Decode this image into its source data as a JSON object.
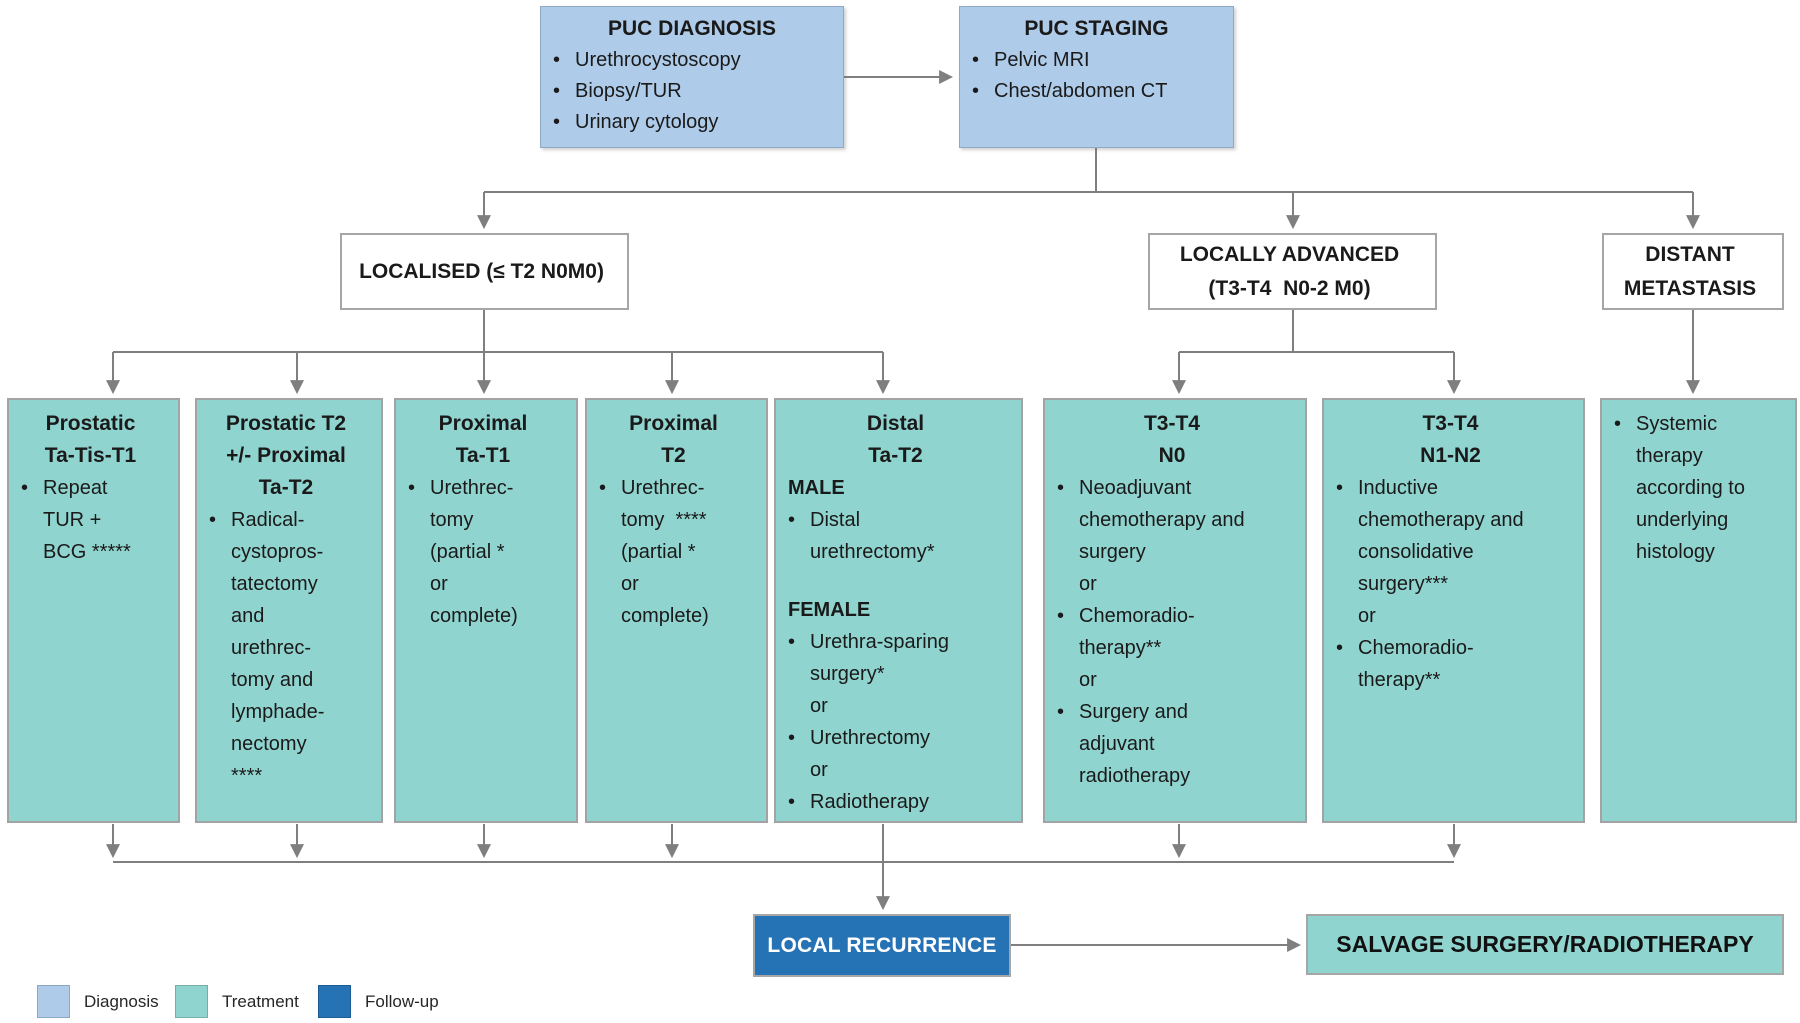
{
  "top_boxes": [
    {
      "title": "PUC DIAGNOSIS",
      "lines": [
        {
          "s": "b",
          "t": "Urethrocystoscopy"
        },
        {
          "s": "b",
          "t": "Biopsy/TUR"
        },
        {
          "s": "b",
          "t": "Urinary cytology"
        }
      ]
    },
    {
      "title": "PUC STAGING",
      "lines": [
        {
          "s": "b",
          "t": "Pelvic MRI"
        },
        {
          "s": "b",
          "t": "Chest/abdomen CT"
        }
      ]
    }
  ],
  "category_boxes": [
    {
      "name": "localised",
      "lines": [
        {
          "s": "t",
          "t": "LOCALISED (≤ T2 N0M0)"
        }
      ]
    },
    {
      "name": "locally-advanced",
      "lines": [
        {
          "s": "t",
          "t": "LOCALLY ADVANCED"
        },
        {
          "s": "t",
          "t": "(T3-T4  N0-2 M0)"
        }
      ]
    },
    {
      "name": "distant-metastasis",
      "lines": [
        {
          "s": "t",
          "t": "DISTANT"
        },
        {
          "s": "t",
          "t": "METASTASIS"
        }
      ]
    }
  ],
  "treatment_boxes": [
    {
      "name": "prostatic-ta-tis-t1",
      "lines": [
        {
          "s": "t",
          "t": "Prostatic"
        },
        {
          "s": "t",
          "t": "Ta-Tis-T1"
        },
        {
          "s": "b",
          "t": "Repeat"
        },
        {
          "s": "c",
          "t": "TUR +"
        },
        {
          "s": "c",
          "t": "BCG *****"
        }
      ]
    },
    {
      "name": "prostatic-t2-proximal-ta-t2",
      "lines": [
        {
          "s": "t",
          "t": "Prostatic T2"
        },
        {
          "s": "t",
          "t": "+/- Proximal"
        },
        {
          "s": "t",
          "t": "Ta-T2"
        },
        {
          "s": "b",
          "t": "Radical-"
        },
        {
          "s": "c",
          "t": "cystopros-"
        },
        {
          "s": "c",
          "t": "tatectomy"
        },
        {
          "s": "c",
          "t": "and"
        },
        {
          "s": "c",
          "t": "urethrec-"
        },
        {
          "s": "c",
          "t": "tomy and"
        },
        {
          "s": "c",
          "t": "lymphade-"
        },
        {
          "s": "c",
          "t": "nectomy"
        },
        {
          "s": "c",
          "t": "****"
        }
      ]
    },
    {
      "name": "proximal-ta-t1",
      "lines": [
        {
          "s": "t",
          "t": "Proximal"
        },
        {
          "s": "t",
          "t": "Ta-T1"
        },
        {
          "s": "b",
          "t": "Urethrec-"
        },
        {
          "s": "c",
          "t": "tomy"
        },
        {
          "s": "c",
          "t": "(partial *"
        },
        {
          "s": "c",
          "t": "or"
        },
        {
          "s": "c",
          "t": "complete)"
        }
      ]
    },
    {
      "name": "proximal-t2",
      "lines": [
        {
          "s": "t",
          "t": "Proximal"
        },
        {
          "s": "t",
          "t": "T2"
        },
        {
          "s": "b",
          "t": "Urethrec-"
        },
        {
          "s": "c",
          "t": "tomy  ****"
        },
        {
          "s": "c",
          "t": "(partial *"
        },
        {
          "s": "c",
          "t": "or"
        },
        {
          "s": "c",
          "t": "complete)"
        }
      ]
    },
    {
      "name": "distal-ta-t2",
      "lines": [
        {
          "s": "t",
          "t": "Distal"
        },
        {
          "s": "t",
          "t": "Ta-T2"
        },
        {
          "s": "h",
          "t": "MALE"
        },
        {
          "s": "b",
          "t": "Distal"
        },
        {
          "s": "c",
          "t": "urethrectomy*"
        },
        {
          "s": "g",
          "t": ""
        },
        {
          "s": "h",
          "t": "FEMALE"
        },
        {
          "s": "b",
          "t": "Urethra-sparing"
        },
        {
          "s": "c",
          "t": "surgery*"
        },
        {
          "s": "c",
          "t": "or"
        },
        {
          "s": "b",
          "t": "Urethrectomy"
        },
        {
          "s": "c",
          "t": "or"
        },
        {
          "s": "b",
          "t": "Radiotherapy"
        }
      ]
    },
    {
      "name": "t3-t4-n0",
      "lines": [
        {
          "s": "t",
          "t": "T3-T4"
        },
        {
          "s": "t",
          "t": "N0"
        },
        {
          "s": "b",
          "t": "Neoadjuvant"
        },
        {
          "s": "c",
          "t": "chemotherapy and"
        },
        {
          "s": "c",
          "t": "surgery"
        },
        {
          "s": "c",
          "t": "or"
        },
        {
          "s": "b",
          "t": "Chemoradio-"
        },
        {
          "s": "c",
          "t": "therapy**"
        },
        {
          "s": "c",
          "t": "or"
        },
        {
          "s": "b",
          "t": "Surgery and"
        },
        {
          "s": "c",
          "t": "adjuvant"
        },
        {
          "s": "c",
          "t": "radiotherapy"
        }
      ]
    },
    {
      "name": "t3-t4-n1-n2",
      "lines": [
        {
          "s": "t",
          "t": "T3-T4"
        },
        {
          "s": "t",
          "t": "N1-N2"
        },
        {
          "s": "b",
          "t": "Inductive"
        },
        {
          "s": "c",
          "t": "chemotherapy and"
        },
        {
          "s": "c",
          "t": "consolidative"
        },
        {
          "s": "c",
          "t": "surgery***"
        },
        {
          "s": "c",
          "t": "or"
        },
        {
          "s": "b",
          "t": "Chemoradio-"
        },
        {
          "s": "c",
          "t": "therapy**"
        }
      ]
    },
    {
      "name": "systemic-therapy",
      "lines": [
        {
          "s": "b",
          "t": "Systemic"
        },
        {
          "s": "c",
          "t": "therapy"
        },
        {
          "s": "c",
          "t": "according to"
        },
        {
          "s": "c",
          "t": "underlying"
        },
        {
          "s": "c",
          "t": "histology"
        }
      ]
    }
  ],
  "recurrence_label": "LOCAL RECURRENCE",
  "salvage_label": "SALVAGE SURGERY/RADIOTHERAPY",
  "legend": [
    {
      "label": "Diagnosis",
      "color": "#aecbe9"
    },
    {
      "label": "Treatment",
      "color": "#90d4cf"
    },
    {
      "label": "Follow-up",
      "color": "#2572b4"
    }
  ],
  "colors": {
    "diagnosis_fill": "#aecbe9",
    "treatment_fill": "#90d4cf",
    "followup_fill": "#2572b4",
    "connector": "#7f7f7f"
  }
}
